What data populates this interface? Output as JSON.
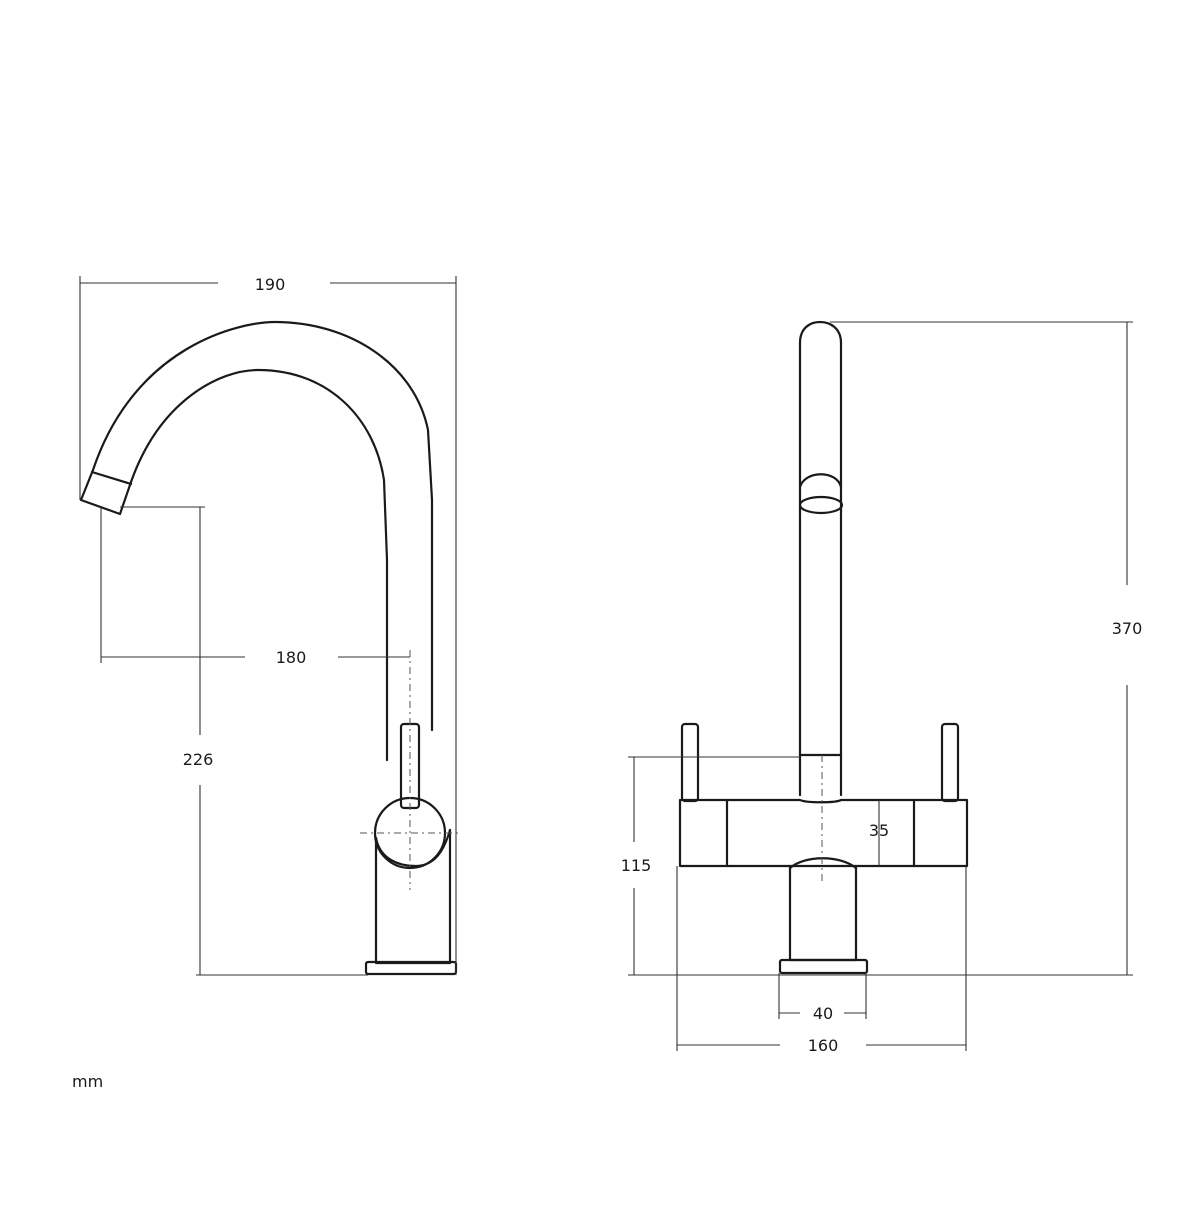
{
  "unit_label": "mm",
  "side_view": {
    "dim_width": "190",
    "dim_reach": "180",
    "dim_spout_height": "226"
  },
  "front_view": {
    "dim_total_height": "370",
    "dim_body_height": "115",
    "dim_body_depth": "35",
    "dim_base_width": "40",
    "dim_total_width": "160"
  },
  "colors": {
    "line": "#1a1a1a",
    "background": "#ffffff"
  }
}
